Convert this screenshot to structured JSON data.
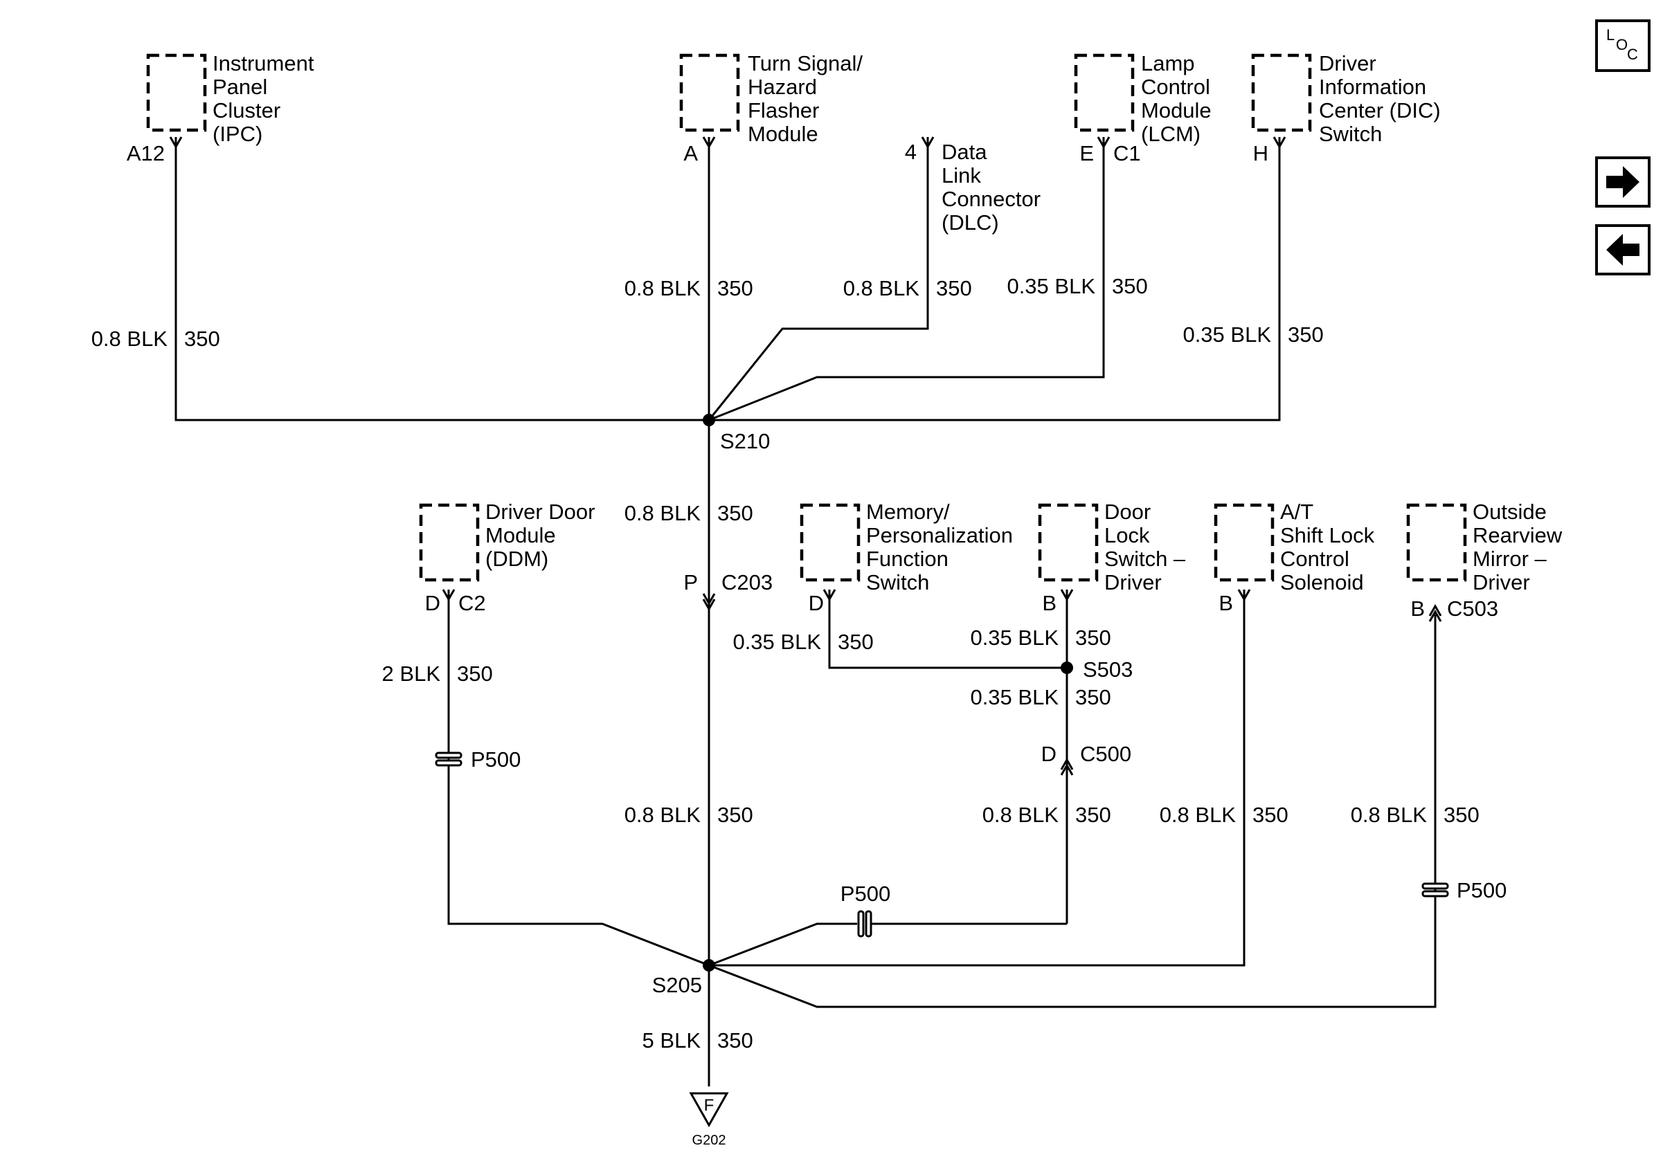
{
  "components": {
    "ipc": {
      "lines": [
        "Instrument",
        "Panel",
        "Cluster",
        "(IPC)"
      ]
    },
    "turn_signal": {
      "lines": [
        "Turn Signal/",
        "Hazard",
        "Flasher",
        "Module"
      ]
    },
    "dlc": {
      "lines": [
        "Data",
        "Link",
        "Connector",
        "(DLC)"
      ]
    },
    "lcm": {
      "lines": [
        "Lamp",
        "Control",
        "Module",
        "(LCM)"
      ]
    },
    "dic": {
      "lines": [
        "Driver",
        "Information",
        "Center (DIC)",
        "Switch"
      ]
    },
    "ddm": {
      "lines": [
        "Driver Door",
        "Module",
        "(DDM)"
      ]
    },
    "memory": {
      "lines": [
        "Memory/",
        "Personalization",
        "Function",
        "Switch"
      ]
    },
    "door_lock": {
      "lines": [
        "Door",
        "Lock",
        "Switch –",
        "Driver"
      ]
    },
    "shift_lock": {
      "lines": [
        "A/T",
        "Shift Lock",
        "Control",
        "Solenoid"
      ]
    },
    "mirror": {
      "lines": [
        "Outside",
        "Rearview",
        "Mirror –",
        "Driver"
      ]
    }
  },
  "pins": {
    "ipc": "A12",
    "turn_signal": "A",
    "dlc": "4",
    "lcm_pin": "E",
    "lcm_conn": "C1",
    "dic": "H",
    "ddm_pin": "D",
    "ddm_conn": "C2",
    "c203_pin": "P",
    "c203": "C203",
    "memory": "D",
    "door_lock": "B",
    "shift_lock": "B",
    "mirror_pin": "B",
    "mirror_conn": "C503",
    "c500_pin": "D",
    "c500": "C500"
  },
  "wires": {
    "ipc": {
      "size": "0.8 BLK",
      "circuit": "350"
    },
    "turn_signal": {
      "size": "0.8 BLK",
      "circuit": "350"
    },
    "dlc": {
      "size": "0.8 BLK",
      "circuit": "350"
    },
    "lcm": {
      "size": "0.35 BLK",
      "circuit": "350"
    },
    "dic": {
      "size": "0.35 BLK",
      "circuit": "350"
    },
    "main_upper": {
      "size": "0.8 BLK",
      "circuit": "350"
    },
    "ddm": {
      "size": "2 BLK",
      "circuit": "350"
    },
    "memory": {
      "size": "0.35 BLK",
      "circuit": "350"
    },
    "door_lock_upper": {
      "size": "0.35 BLK",
      "circuit": "350"
    },
    "door_lock_lower": {
      "size": "0.35 BLK",
      "circuit": "350"
    },
    "main_lower": {
      "size": "0.8 BLK",
      "circuit": "350"
    },
    "c500_lower": {
      "size": "0.8 BLK",
      "circuit": "350"
    },
    "shift_lock": {
      "size": "0.8 BLK",
      "circuit": "350"
    },
    "mirror": {
      "size": "0.8 BLK",
      "circuit": "350"
    },
    "ground": {
      "size": "5 BLK",
      "circuit": "350"
    }
  },
  "splices": {
    "s210": "S210",
    "s205": "S205",
    "s503": "S503"
  },
  "pass_throughs": {
    "ddm": "P500",
    "middle": "P500",
    "mirror": "P500"
  },
  "ground": {
    "letter": "F",
    "name": "G202"
  },
  "nav": {
    "loc_button": {
      "l": "L",
      "o": "O",
      "c": "C"
    },
    "next_icon": "right-arrow-icon",
    "prev_icon": "left-arrow-icon"
  }
}
